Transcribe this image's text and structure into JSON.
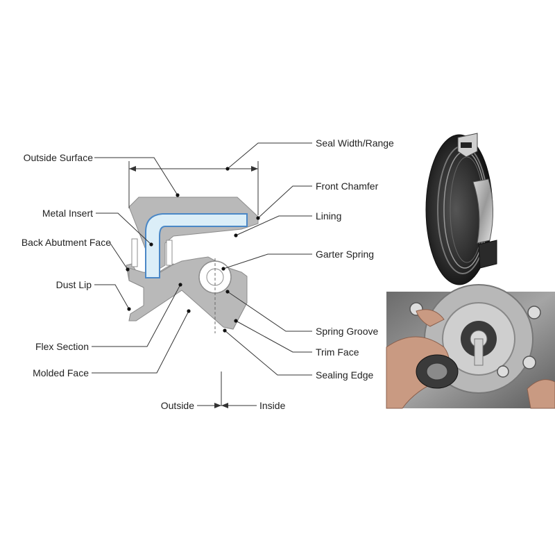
{
  "labels": {
    "outside_surface": "Outside Surface",
    "metal_insert": "Metal Insert",
    "back_abutment_face": "Back Abutment Face",
    "dust_lip": "Dust Lip",
    "flex_section": "Flex Section",
    "molded_face": "Molded Face",
    "seal_width_range": "Seal Width/Range",
    "front_chamfer": "Front Chamfer",
    "lining": "Lining",
    "garter_spring": "Garter Spring",
    "spring_groove": "Spring Groove",
    "trim_face": "Trim Face",
    "sealing_edge": "Sealing Edge",
    "outside": "Outside",
    "inside": "Inside"
  },
  "colors": {
    "seal_body": "#b9b9b9",
    "seal_body_stroke": "#8c8c8c",
    "metal_insert": "#dbeef8",
    "metal_insert_stroke": "#4a87c6",
    "leader": "#333333"
  }
}
